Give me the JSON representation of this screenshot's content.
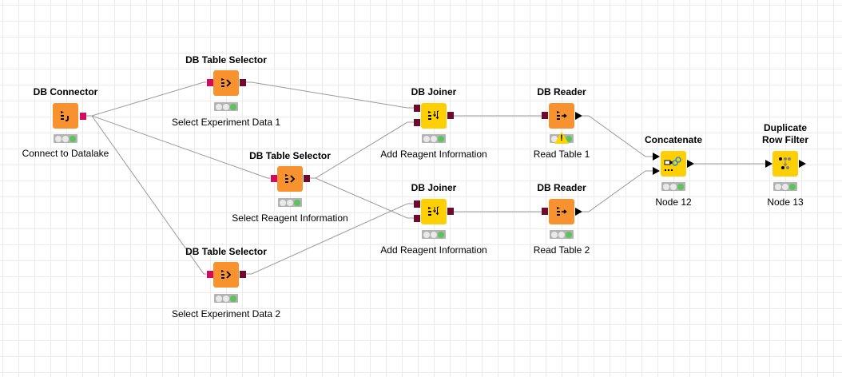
{
  "nodes": [
    {
      "id": "db-connector",
      "title": "DB Connector",
      "label": "Connect to Datalake",
      "icon": "db-connector-icon",
      "color": "orange",
      "status": "executed"
    },
    {
      "id": "db-table-selector-1",
      "title": "DB Table Selector",
      "label": "Select Experiment Data 1",
      "icon": "db-table-selector-icon",
      "color": "orange",
      "status": "executed"
    },
    {
      "id": "db-table-selector-2",
      "title": "DB Table Selector",
      "label": "Select Reagent Information",
      "icon": "db-table-selector-icon",
      "color": "orange",
      "status": "executed"
    },
    {
      "id": "db-table-selector-3",
      "title": "DB Table Selector",
      "label": "Select Experiment Data 2",
      "icon": "db-table-selector-icon",
      "color": "orange",
      "status": "executed"
    },
    {
      "id": "db-joiner-1",
      "title": "DB Joiner",
      "label": "Add Reagent Information",
      "icon": "db-joiner-icon",
      "color": "yellow",
      "status": "executed"
    },
    {
      "id": "db-joiner-2",
      "title": "DB Joiner",
      "label": "Add Reagent Information",
      "icon": "db-joiner-icon",
      "color": "yellow",
      "status": "executed"
    },
    {
      "id": "db-reader-1",
      "title": "DB Reader",
      "label": "Read Table 1",
      "icon": "db-reader-icon",
      "color": "orange",
      "status": "executed-warning"
    },
    {
      "id": "db-reader-2",
      "title": "DB Reader",
      "label": "Read Table 2",
      "icon": "db-reader-icon",
      "color": "orange",
      "status": "executed"
    },
    {
      "id": "concatenate",
      "title": "Concatenate",
      "label": "Node 12",
      "icon": "concatenate-icon",
      "color": "yellow",
      "status": "executed"
    },
    {
      "id": "duplicate-row-filter",
      "title_line1": "Duplicate",
      "title_line2": "Row Filter",
      "label": "Node 13",
      "icon": "duplicate-row-filter-icon",
      "color": "yellow",
      "status": "executed"
    }
  ],
  "connections": [
    [
      "db-connector",
      "db-table-selector-1"
    ],
    [
      "db-connector",
      "db-table-selector-2"
    ],
    [
      "db-connector",
      "db-table-selector-3"
    ],
    [
      "db-table-selector-1",
      "db-joiner-1"
    ],
    [
      "db-table-selector-2",
      "db-joiner-1"
    ],
    [
      "db-table-selector-2",
      "db-joiner-2"
    ],
    [
      "db-table-selector-3",
      "db-joiner-2"
    ],
    [
      "db-joiner-1",
      "db-reader-1"
    ],
    [
      "db-joiner-2",
      "db-reader-2"
    ],
    [
      "db-reader-1",
      "concatenate"
    ],
    [
      "db-reader-2",
      "concatenate"
    ],
    [
      "concatenate",
      "duplicate-row-filter"
    ]
  ],
  "warning": {
    "symbol": "!"
  },
  "colors": {
    "node_orange": "#f8922f",
    "node_yellow": "#fecf02",
    "db_connection_port": "#d60a5d",
    "db_data_port": "#6b0b2f",
    "status_green": "#5cc35c",
    "warning_yellow": "#ffd500",
    "wire": "#9a9a9a"
  }
}
